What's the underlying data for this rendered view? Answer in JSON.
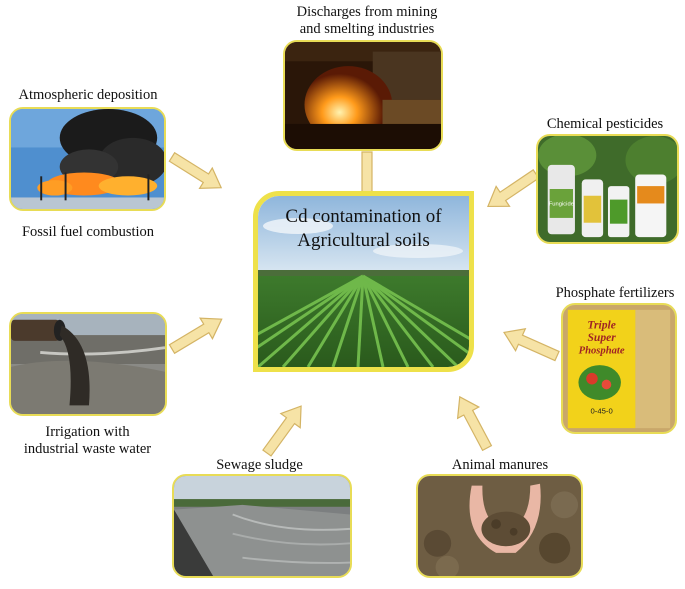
{
  "center": {
    "title_line1": "Cd contamination of",
    "title_line2": "Agricultural soils"
  },
  "sources": {
    "mining": {
      "line1": "Discharges from mining",
      "line2": "and smelting industries"
    },
    "atmospheric": {
      "label": "Atmospheric deposition",
      "caption": "Fossil fuel combustion"
    },
    "pesticides": {
      "label": "Chemical pesticides"
    },
    "phosphate": {
      "label": "Phosphate fertilizers"
    },
    "irrigation": {
      "line1": "Irrigation with",
      "line2": "industrial waste water"
    },
    "sludge": {
      "label": "Sewage sludge"
    },
    "manures": {
      "label": "Animal manures"
    }
  },
  "product_text": {
    "fungicide": "Fungicide",
    "phosphate_bag_1": "Triple",
    "phosphate_bag_2": "Super",
    "phosphate_bag_3": "Phosphate",
    "phosphate_bag_4": "0-45-0"
  },
  "colors": {
    "frame": "#eee14a",
    "arrow_fill": "#f6e3a6",
    "arrow_stroke": "#d4b465"
  }
}
